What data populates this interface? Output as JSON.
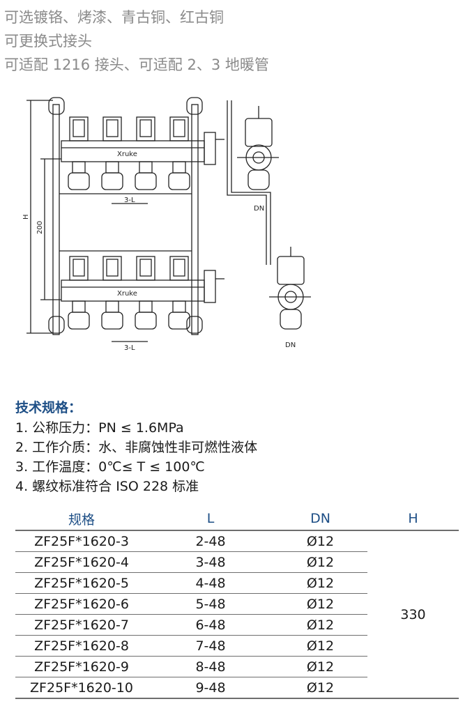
{
  "intro": {
    "line1": "可选镀铬、烤漆、青古铜、红古铜",
    "line2": "可更换式接头",
    "line3": "可适配 1216 接头、可适配 2、3 地暖管"
  },
  "drawing": {
    "brand_top": "Xruke",
    "brand_bottom": "Xruke",
    "dim_h": "H",
    "dim_200": "200",
    "dim_3l_top": "3-L",
    "dim_3l_bottom": "3-L",
    "dn_top": "DN",
    "dn_bottom": "DN"
  },
  "spec": {
    "title": "技术规格：",
    "items": [
      "1. 公称压力：PN ≤ 1.6MPa",
      "2. 工作介质：水、非腐蚀性非可燃性液体",
      "3. 工作温度：0℃≤ T ≤ 100℃",
      "4. 螺纹标准符合 ISO 228 标准"
    ]
  },
  "table": {
    "headers": [
      "规格",
      "L",
      "DN",
      "H"
    ],
    "rows": [
      [
        "ZF25F*1620-3",
        "2-48",
        "Ø12"
      ],
      [
        "ZF25F*1620-4",
        "3-48",
        "Ø12"
      ],
      [
        "ZF25F*1620-5",
        "4-48",
        "Ø12"
      ],
      [
        "ZF25F*1620-6",
        "5-48",
        "Ø12"
      ],
      [
        "ZF25F*1620-7",
        "6-48",
        "Ø12"
      ],
      [
        "ZF25F*1620-8",
        "7-48",
        "Ø12"
      ],
      [
        "ZF25F*1620-9",
        "8-48",
        "Ø12"
      ],
      [
        "ZF25F*1620-10",
        "9-48",
        "Ø12"
      ]
    ],
    "h_value": "330"
  }
}
